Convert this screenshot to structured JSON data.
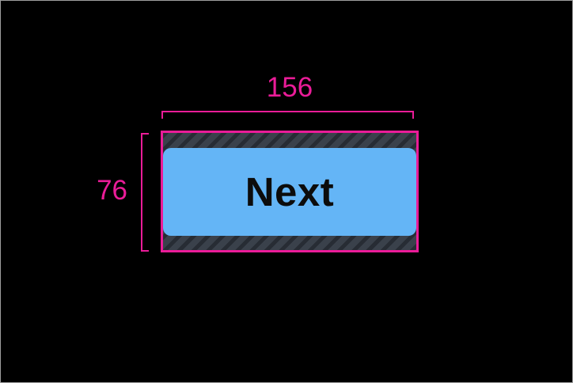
{
  "window": {
    "background": "#000000",
    "frame_border_color": "#9e9e9e"
  },
  "annotation": {
    "accent_color": "#ea1c98",
    "width_value": "156",
    "height_value": "76"
  },
  "padding_hatch": {
    "base_color": "#3a414b",
    "stripe_color": "#272c34"
  },
  "button": {
    "label": "Next",
    "fill_color": "#64b5f6",
    "label_color": "#0c0c0c"
  }
}
